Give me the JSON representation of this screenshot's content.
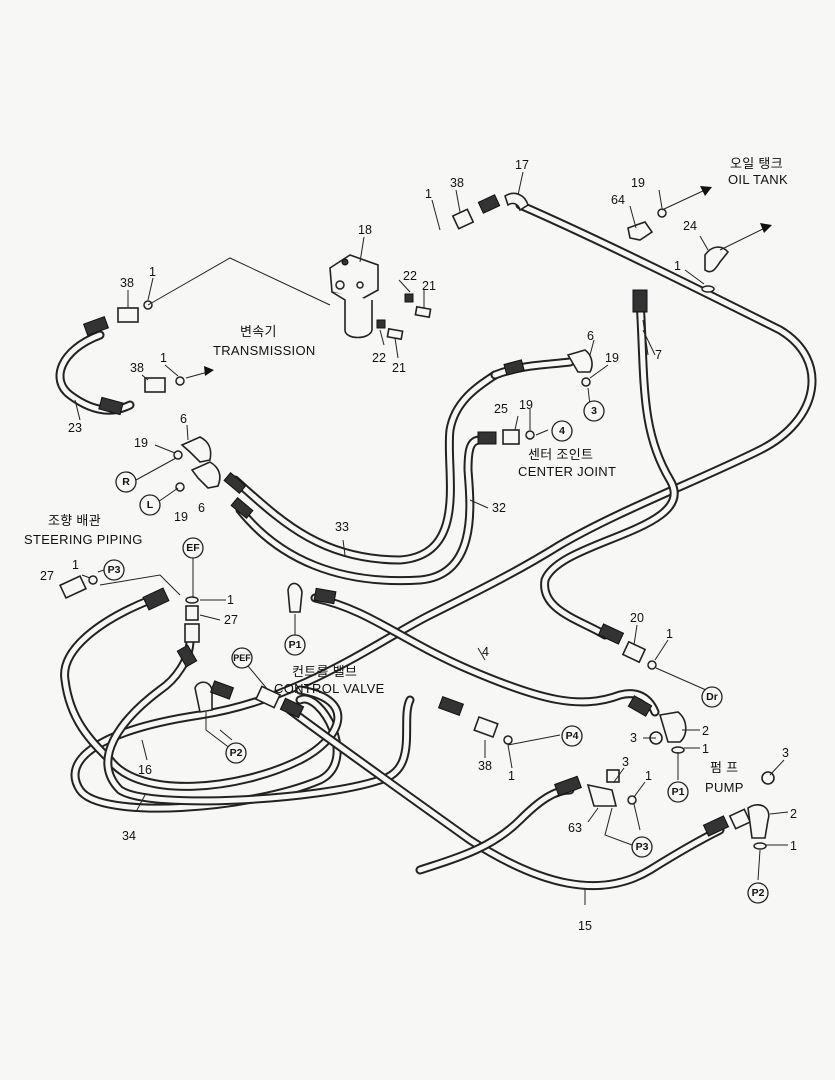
{
  "labels": {
    "oil_tank_ko": "오일 탱크",
    "oil_tank_en": "OIL TANK",
    "transmission_ko": "변속기",
    "transmission_en": "TRANSMISSION",
    "center_joint_ko": "센터 조인트",
    "center_joint_en": "CENTER JOINT",
    "steering_ko": "조향 배관",
    "steering_en": "STEERING PIPING",
    "control_valve_ko": "컨트롤 밸브",
    "control_valve_en": "CONTROL VALVE",
    "pump_ko": "펌 프",
    "pump_en": "PUMP"
  },
  "ports": {
    "R": "R",
    "L": "L",
    "P1": "P1",
    "P2": "P2",
    "P3": "P3",
    "P4": "P4",
    "Dr": "Dr",
    "EF": "EF",
    "PEF": "PEF",
    "n3": "3",
    "n4": "4"
  },
  "parts": {
    "p1": "1",
    "p2": "2",
    "p3": "3",
    "p4": "4",
    "p6": "6",
    "p7": "7",
    "p15": "15",
    "p16": "16",
    "p17": "17",
    "p18": "18",
    "p19": "19",
    "p20": "20",
    "p21": "21",
    "p22": "22",
    "p23": "23",
    "p24": "24",
    "p25": "25",
    "p27": "27",
    "p32": "32",
    "p33": "33",
    "p34": "34",
    "p38": "38",
    "p63": "63",
    "p64": "64"
  }
}
